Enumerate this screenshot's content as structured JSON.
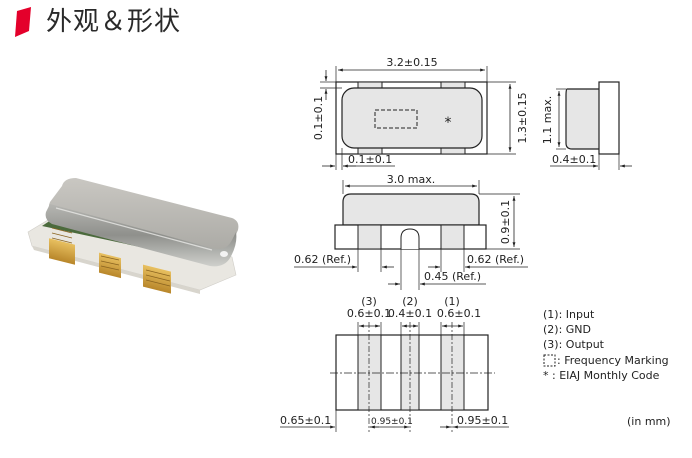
{
  "header": {
    "title": "外观＆形状",
    "accent_color": "#e4002b"
  },
  "photo": {
    "label": "ceramic-resonator-photo"
  },
  "top_view": {
    "width_dim": "3.2±0.15",
    "height_dim": "1.3±0.15",
    "left_offset_dim": "0.1±0.1",
    "bottom_offset_dim": "0.1±0.1",
    "marking_symbol": "*"
  },
  "side_view_end": {
    "height_dim": "1.1 max.",
    "depth_dim": "0.4±0.1"
  },
  "front_view": {
    "width_dim": "3.0 max.",
    "height_dim": "0.9±0.1",
    "left_ref_dim": "0.62 (Ref.)",
    "right_ref_dim": "0.62 (Ref.)",
    "center_ref_dim": "0.45 (Ref.)"
  },
  "bottom_view": {
    "terminals": [
      {
        "id": "(3)",
        "width": "0.6±0.1"
      },
      {
        "id": "(2)",
        "width": "0.4±0.1"
      },
      {
        "id": "(1)",
        "width": "0.6±0.1"
      }
    ],
    "left_edge_dim": "0.65±0.1",
    "pitch_dim_1": "0.95±0.1",
    "pitch_dim_2": "0.95±0.1"
  },
  "legend": {
    "items": [
      "(1): Input",
      "(2): GND",
      "(3): Output",
      ": Frequency Marking",
      "*   : EIAJ Monthly Code"
    ],
    "unit_note": "(in mm)"
  }
}
